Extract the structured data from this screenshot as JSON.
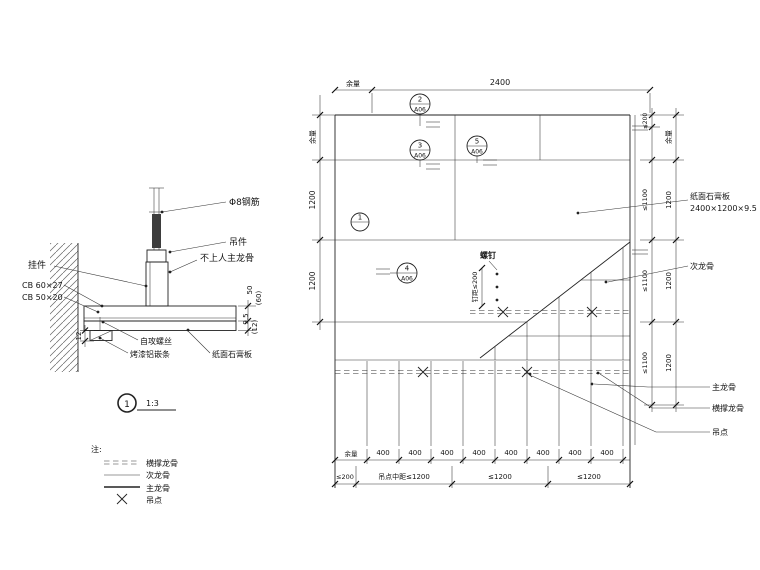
{
  "drawing": {
    "section": {
      "labels": {
        "rod": "Φ8钢筋",
        "hanger": "吊件",
        "main_runner": "不上人主龙骨",
        "clamp": "挂件",
        "cb60": "CB 60×27",
        "cb50": "CB 50×20",
        "screw": "自攻螺丝",
        "trim": "烤漆铝嵌条",
        "board": "纸面石膏板"
      },
      "dims": {
        "h50": "50",
        "h60": "(60)",
        "t95": "9.5",
        "t12": "(12)",
        "trim12": "12"
      },
      "marker": {
        "num": "1",
        "scale": "1:3"
      }
    },
    "legend": {
      "title": "注:",
      "cross_furring": "横撑龙骨",
      "furring": "次龙骨",
      "main_runner": "主龙骨",
      "hang_point": "吊点"
    },
    "plan": {
      "labels": {
        "board_name": "纸面石膏板",
        "board_size": "2400×1200×9.5",
        "furring": "次龙骨",
        "main_runner": "主龙骨",
        "cross_furring": "横撑龙骨",
        "hang_point": "吊点",
        "screw": "螺钉",
        "screw_pitch": "钉距≤200"
      },
      "callouts": {
        "c1": "1",
        "c2": "2",
        "c3": "3",
        "c4": "4",
        "c5": "5",
        "sheet": "A06"
      },
      "dims": {
        "top_margin": "余量",
        "top_total": "2400",
        "left_margin": "余量",
        "left_1200a": "1200",
        "left_1200b": "1200",
        "right_200": "≤200",
        "right_margin": "余量",
        "right_1100": [
          "≤1100",
          "≤1100",
          "≤1100"
        ],
        "right_1200": [
          "1200",
          "1200",
          "1200"
        ],
        "bottom_margin": "余量",
        "bottom_400": [
          "400",
          "400",
          "400",
          "400",
          "400",
          "400",
          "400",
          "400"
        ],
        "row2_edge": "≤200",
        "row2_mid": "吊点中距≤1200",
        "row2_a": "≤1200",
        "row2_b": "≤1200"
      }
    }
  }
}
